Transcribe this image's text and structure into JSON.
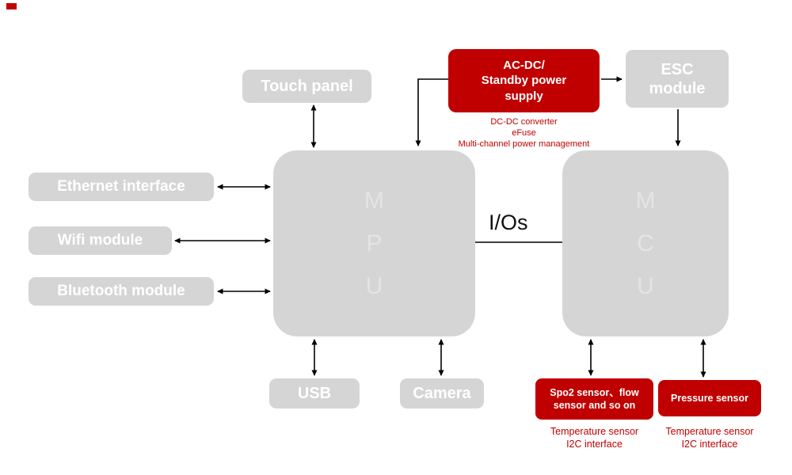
{
  "colors": {
    "box_gray": "#d5d5d5",
    "accent_red": "#c00000",
    "label_white": "#ffffff",
    "chip_letter_gray": "#e4e4e4",
    "arrow_black": "#000000"
  },
  "bus": {
    "label": "I/Os"
  },
  "nodes": {
    "touch_panel": {
      "label": "Touch panel"
    },
    "ethernet": {
      "label": "Ethernet interface"
    },
    "wifi": {
      "label": "Wifi module"
    },
    "bluetooth": {
      "label": "Bluetooth module"
    },
    "usb": {
      "label": "USB"
    },
    "camera": {
      "label": "Camera"
    },
    "mpu": {
      "letters": [
        "M",
        "P",
        "U"
      ]
    },
    "mcu": {
      "letters": [
        "M",
        "C",
        "U"
      ]
    },
    "esc": {
      "line1": "ESC",
      "line2": "module"
    },
    "power_supply": {
      "line1": "AC-DC/",
      "line2": "Standby power",
      "line3": "supply",
      "caption": [
        "DC-DC converter",
        "eFuse",
        "Multi-channel power management"
      ]
    },
    "spo2": {
      "line1": "Spo2 sensor、flow",
      "line2": "sensor and so on",
      "caption": [
        "Temperature sensor",
        "I2C interface"
      ]
    },
    "pressure": {
      "line1": "Pressure sensor",
      "caption": [
        "Temperature sensor",
        "I2C interface"
      ]
    }
  }
}
